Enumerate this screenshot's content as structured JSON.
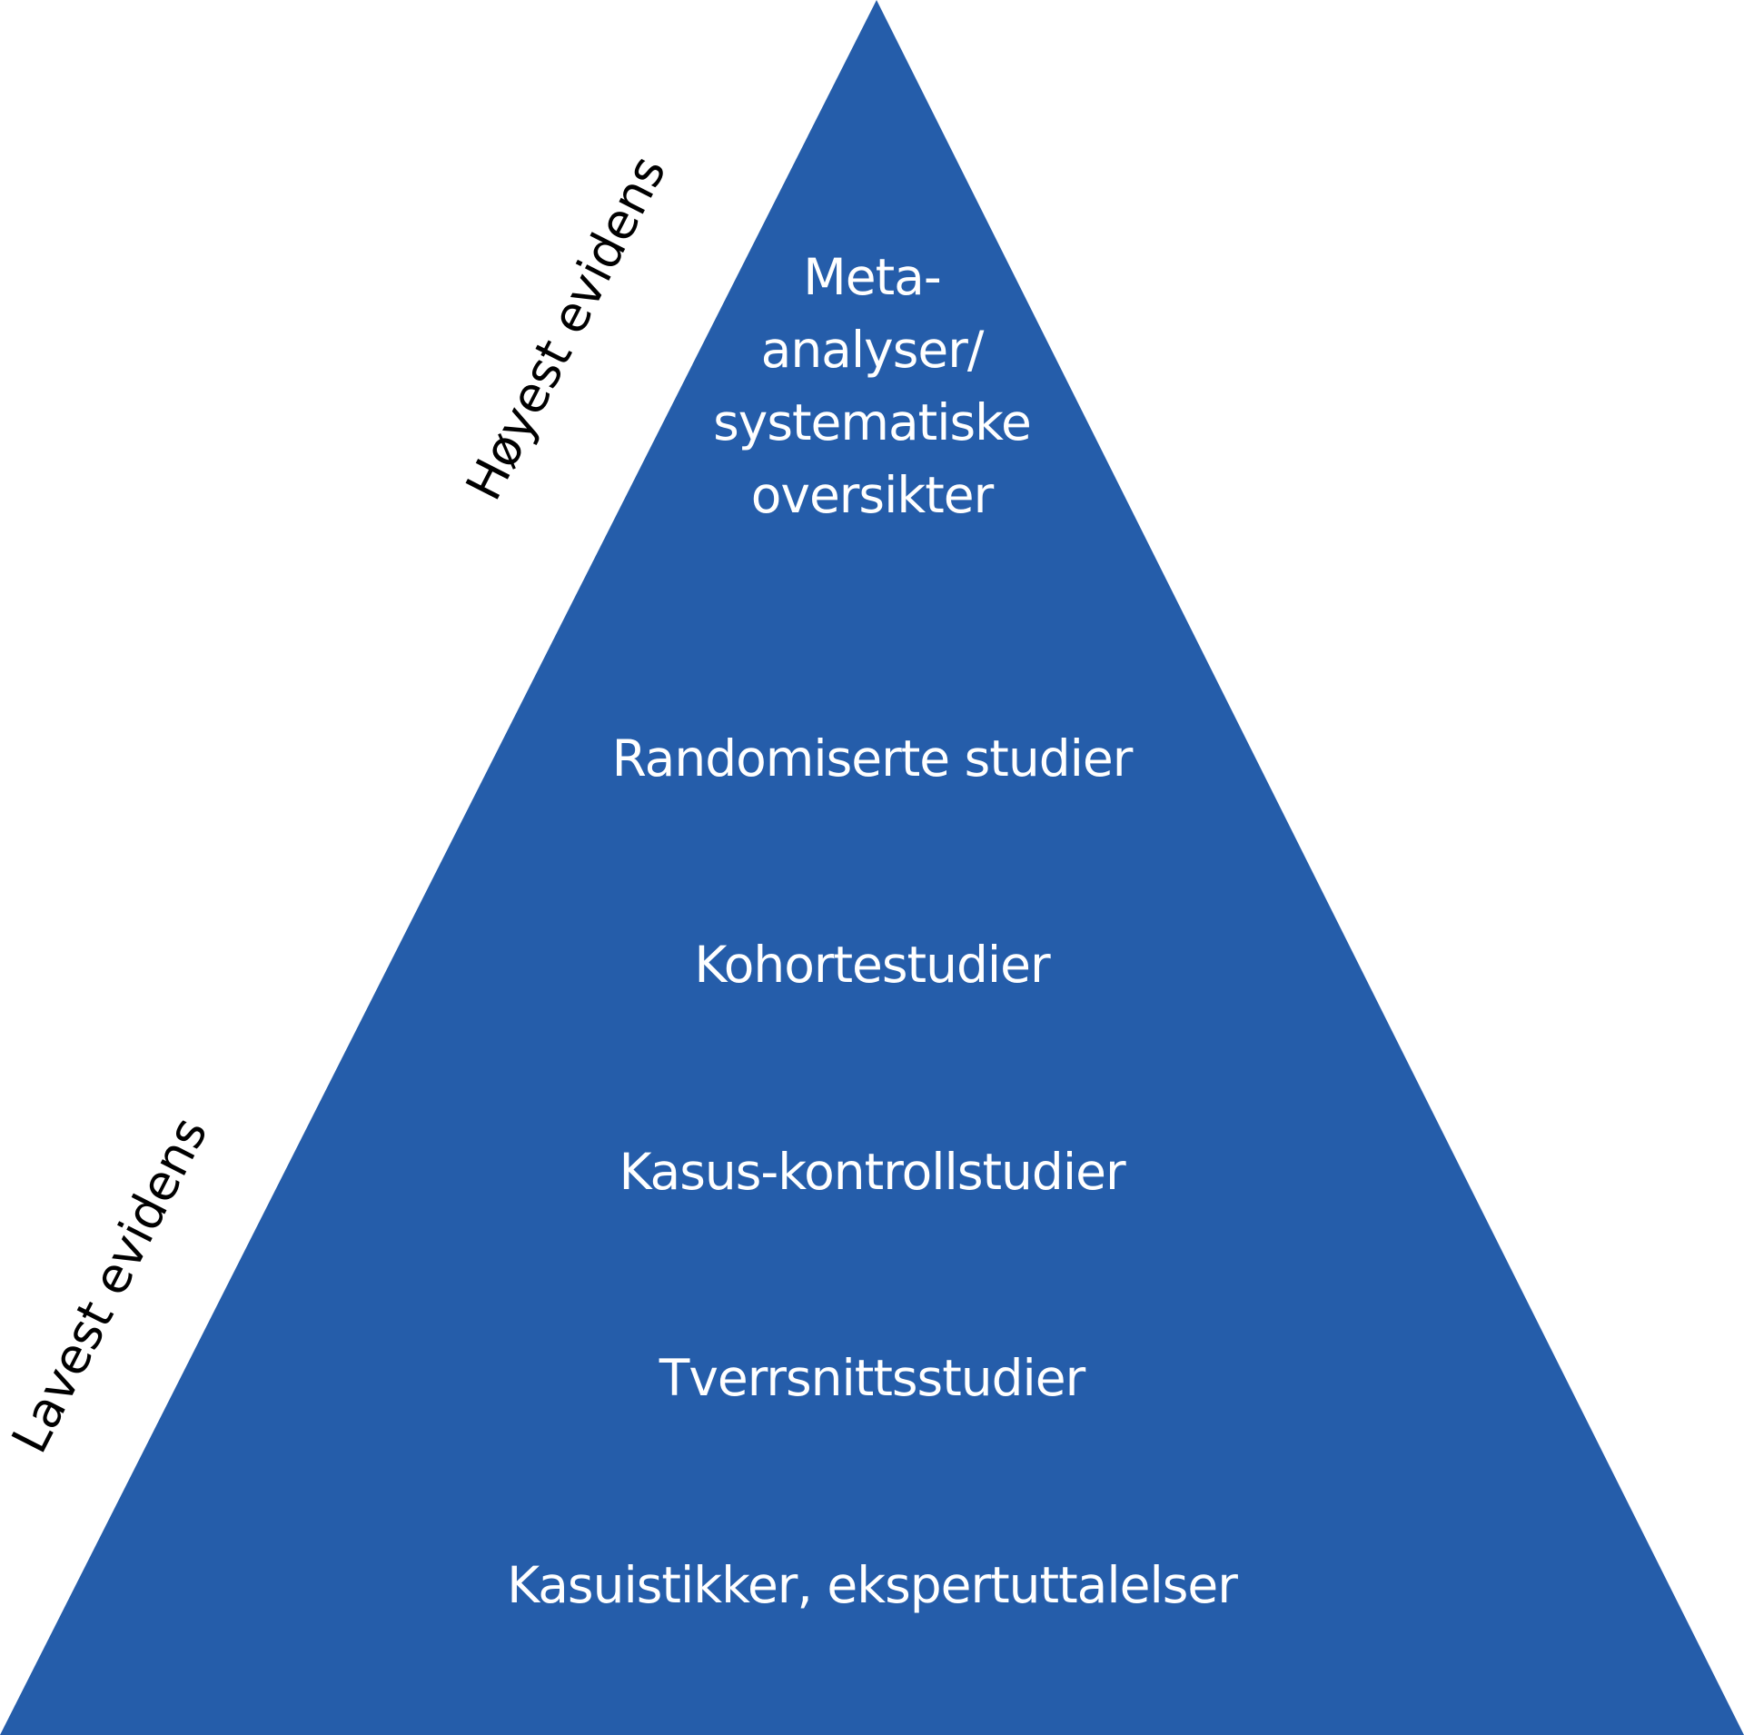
{
  "colors": {
    "pyramid_fill": "#255DAA",
    "level_text": "#FFFFFF",
    "side_text": "#000000",
    "background": "#FFFFFF"
  },
  "side_labels": {
    "top": "Høyest evidens",
    "bottom": "Lavest evidens"
  },
  "levels": [
    {
      "lines": [
        "Meta-",
        "analyser/",
        "systematiske",
        "oversikter"
      ]
    },
    {
      "lines": [
        "Randomiserte studier"
      ]
    },
    {
      "lines": [
        "Kohortestudier"
      ]
    },
    {
      "lines": [
        "Kasus-kontrollstudier"
      ]
    },
    {
      "lines": [
        "Tverrsnittsstudier"
      ]
    },
    {
      "lines": [
        "Kasuistikker, ekspertuttalelser"
      ]
    }
  ]
}
